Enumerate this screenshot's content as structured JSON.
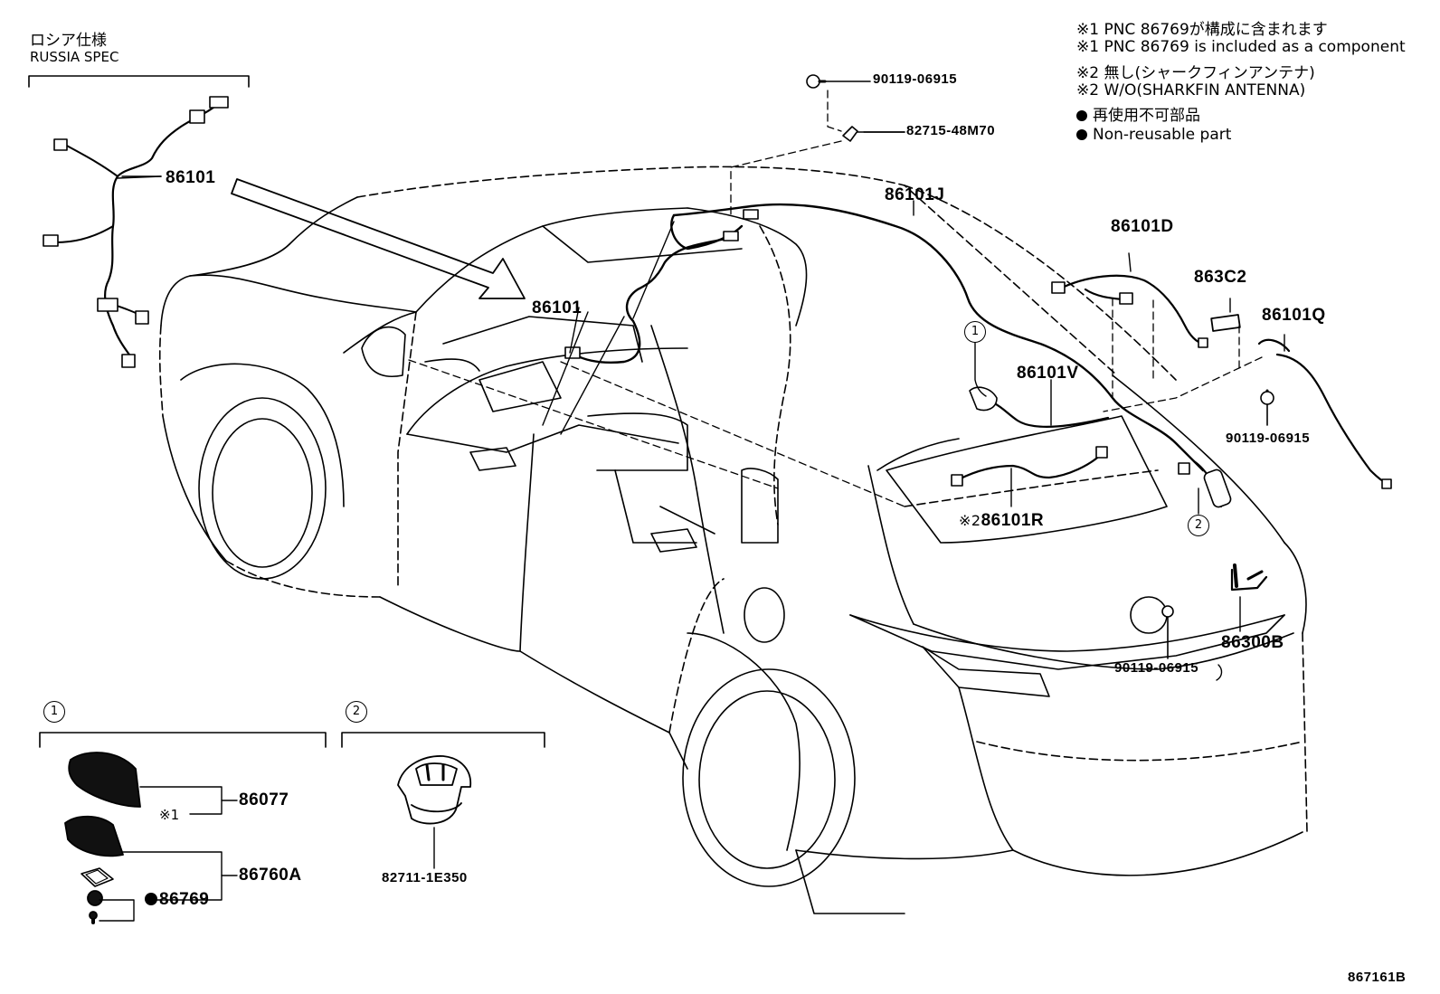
{
  "russia_spec": {
    "jp": "ロシア仕様",
    "en": "RUSSIA SPEC"
  },
  "notes": {
    "n1_jp": "※1 PNC 86769が構成に含まれます",
    "n1_en": "※1 PNC 86769 is included as a component",
    "n2_jp": "※2 無し(シャークフィンアンテナ)",
    "n2_en": "※2 W/O(SHARKFIN ANTENNA)",
    "nr_jp": "再使用不可部品",
    "nr_en": "Non-reusable part"
  },
  "parts": {
    "p86101_russia": "86101",
    "p86101_main": "86101",
    "p90119_top": "90119-06915",
    "p82715": "82715-48M70",
    "p86101J": "86101J",
    "p86101D": "86101D",
    "p863C2": "863C2",
    "p86101Q": "86101Q",
    "p86101V": "86101V",
    "p90119_right": "90119-06915",
    "p86101R": "86101R",
    "p86101R_mark": "※2",
    "p90119_bottom": "90119-06915",
    "p86300B": "86300B",
    "p86077": "86077",
    "p86077_mark": "※1",
    "p86760A": "86760A",
    "p86769": "86769",
    "p82711": "82711-1E350"
  },
  "callouts": {
    "c1": "1",
    "c2": "2"
  },
  "drawing_number": "867161B"
}
